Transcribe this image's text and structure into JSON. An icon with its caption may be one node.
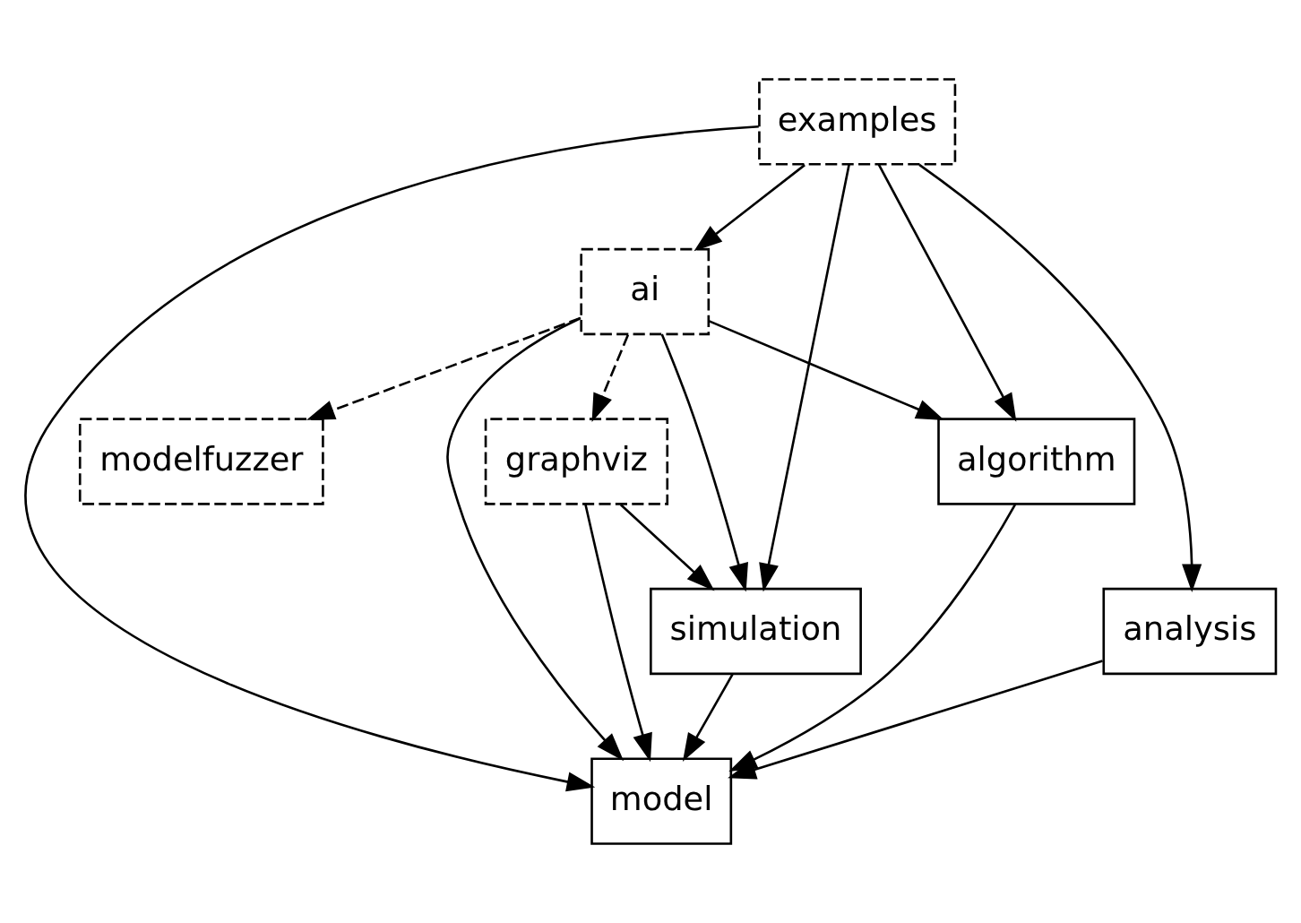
{
  "diagram": {
    "nodes": [
      {
        "text": [
          "examples"
        ]
      },
      {
        "text": [
          "ai"
        ]
      },
      {
        "text": [
          "graphviz"
        ]
      },
      {
        "text": [
          "modelfuzzer"
        ]
      },
      {
        "text": [
          "algorithm"
        ]
      },
      {
        "text": [
          "simulation"
        ]
      },
      {
        "text": [
          "analysis"
        ]
      },
      {
        "text": [
          "model"
        ]
      }
    ],
    "edges": [
      {
        "from": 0,
        "to": 1,
        "arrow": "to"
      },
      {
        "from": 0,
        "to": 4,
        "arrow": "to"
      },
      {
        "from": 0,
        "to": 5,
        "arrow": "to"
      },
      {
        "from": 0,
        "to": 6,
        "arrow": "to"
      },
      {
        "from": 0,
        "to": 7,
        "arrow": "to"
      },
      {
        "from": 1,
        "to": 2,
        "arrow": "to",
        "style": "dashed"
      },
      {
        "from": 1,
        "to": 3,
        "arrow": "to",
        "style": "dashed"
      },
      {
        "from": 1,
        "to": 4,
        "arrow": "to"
      },
      {
        "from": 1,
        "to": 7,
        "arrow": "to"
      },
      {
        "from": 1,
        "to": 5,
        "arrow": "to"
      },
      {
        "from": 2,
        "to": 5,
        "arrow": "to"
      },
      {
        "from": 2,
        "to": 7,
        "arrow": "to"
      },
      {
        "from": 4,
        "to": 7,
        "arrow": "to"
      },
      {
        "from": 5,
        "to": 7,
        "arrow": "to"
      },
      {
        "from": 6,
        "to": 7,
        "arrow": "to"
      }
    ]
  }
}
